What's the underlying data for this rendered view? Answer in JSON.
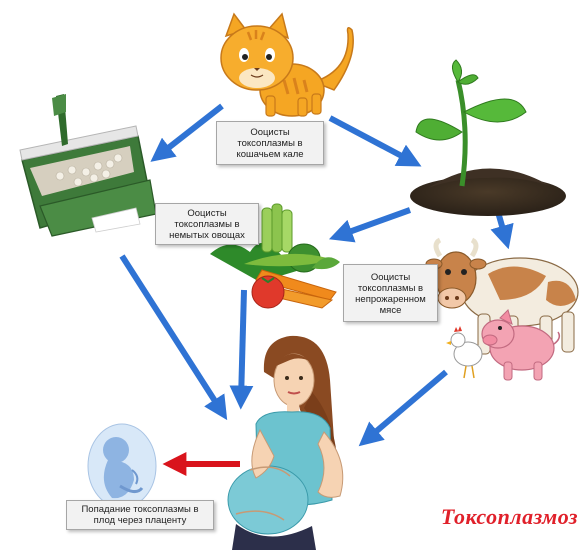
{
  "labels": {
    "cat_feces": "Ооцисты токсоплазмы в кошачьем кале",
    "unwashed_vegetables": "Ооцисты токсоплазмы в немытых овощах",
    "undercooked_meat": "Ооцисты токсоплазмы в непрожаренном мясе",
    "placenta": "Попадание токсоплазмы в плод через плаценту"
  },
  "title": "Токсоплазмоз",
  "colors": {
    "arrow_blue": "#2f73d4",
    "arrow_red": "#d9141c",
    "title_red": "#e0202a",
    "box_fill": "#f2f2f2",
    "box_border": "#a6a6a6"
  },
  "icons": [
    "cat-icon",
    "litter-box-icon",
    "plant-soil-icon",
    "vegetables-icon",
    "farm-animals-icon",
    "pregnant-woman-icon",
    "fetus-icon"
  ]
}
